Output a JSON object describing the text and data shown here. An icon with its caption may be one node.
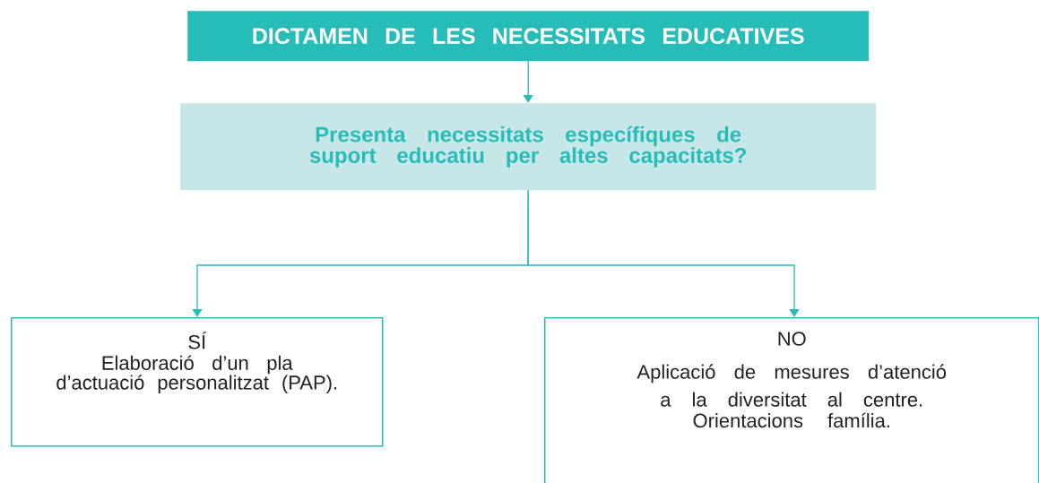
{
  "diagram": {
    "nodes": [
      {
        "text": [
          "DICTAMEN DE LES NECESSITATS EDUCATIVES"
        ]
      },
      {
        "text": [
          "Presenta necessitats específiques de suport educatiu per altes capacitats?"
        ]
      },
      {
        "text": [
          "SÍ",
          "Elaboració d’un pla d’actuació personalitzat (PAP)."
        ]
      },
      {
        "text": [
          "NO",
          "Aplicació de mesures d’atenció a la diversitat al centre.",
          "Orientacions família."
        ]
      }
    ],
    "edges": [
      {
        "from": 0,
        "to": 1,
        "arrow": "to"
      },
      {
        "from": 1,
        "to": 2,
        "arrow": "to"
      },
      {
        "from": 1,
        "to": 3,
        "arrow": "to"
      }
    ]
  }
}
